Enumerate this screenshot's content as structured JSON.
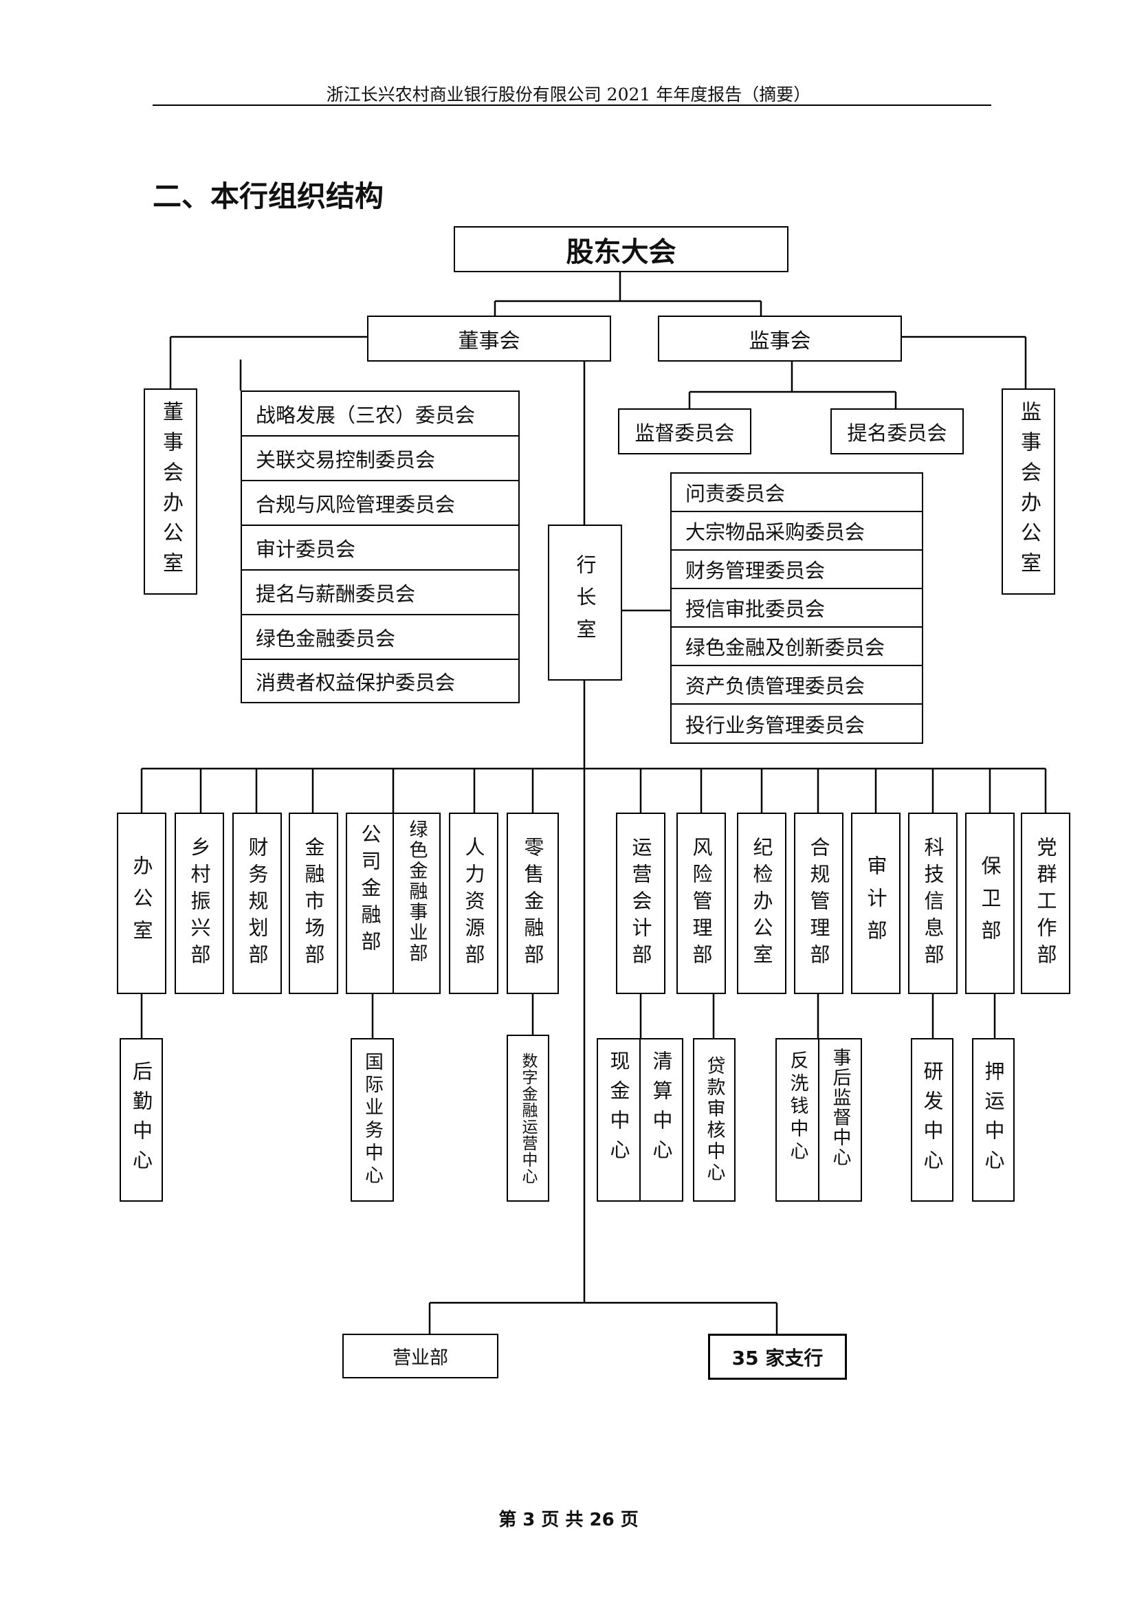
{
  "header": {
    "title": "浙江长兴农村商业银行股份有限公司 2021 年年度报告（摘要）"
  },
  "section_title": "二、本行组织结构",
  "top": {
    "shareholders": "股东大会",
    "board": "董事会",
    "supervisors": "监事会",
    "board_office": "董事会办公室",
    "supervisor_office": "监事会办公室",
    "president_office": "行长室"
  },
  "board_committees": [
    "战略发展（三农）委员会",
    "关联交易控制委员会",
    "合规与风险管理委员会",
    "审计委员会",
    "提名与薪酬委员会",
    "绿色金融委员会",
    "消费者权益保护委员会"
  ],
  "supervisor_committees": [
    "监督委员会",
    "提名委员会"
  ],
  "management_committees": [
    "问责委员会",
    "大宗物品采购委员会",
    "财务管理委员会",
    "授信审批委员会",
    "绿色金融及创新委员会",
    "资产负债管理委员会",
    "投行业务管理委员会"
  ],
  "departments": {
    "office": "办公室",
    "rural": "乡村振兴部",
    "finance": "财务规划部",
    "market": "金融市场部",
    "corporate": "公司金融部",
    "green": "绿色金融事业部",
    "hr": "人力资源部",
    "retail": "零售金融部",
    "operations": "运营会计部",
    "risk": "风险管理部",
    "discipline": "纪检办公室",
    "compliance": "合规管理部",
    "audit": "审计部",
    "tech": "科技信息部",
    "security": "保卫部",
    "party": "党群工作部"
  },
  "centers": {
    "logistics": "后勤中心",
    "intl": "国际业务中心",
    "digital": "数字金融运营中心",
    "cash": "现金中心",
    "clearing": "清算中心",
    "loan_review": "贷款审核中心",
    "aml": "反洗钱中心",
    "post_supervision": "事后监督中心",
    "rnd": "研发中心",
    "escort": "押运中心"
  },
  "branches": {
    "business": "营业部",
    "sub": "35 家支行"
  },
  "footer": {
    "page": "第 3 页 共 26 页"
  }
}
